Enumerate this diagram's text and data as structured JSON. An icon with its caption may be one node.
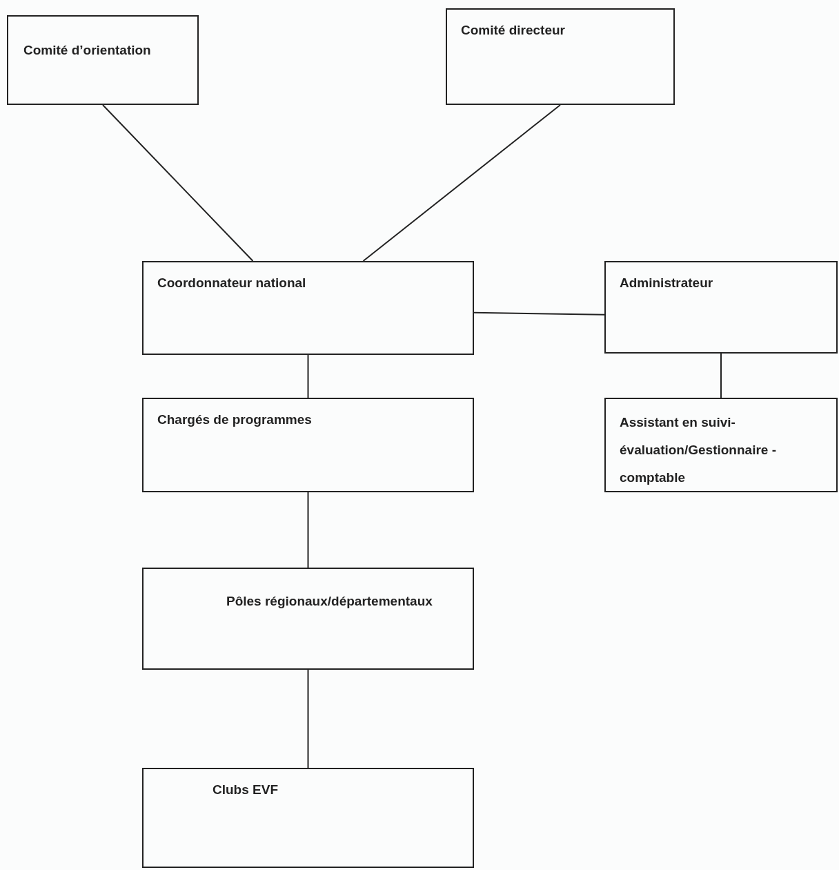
{
  "diagram": {
    "nodes": [
      {
        "text": [
          "Comité d’orientation"
        ]
      },
      {
        "text": [
          "Comité directeur"
        ]
      },
      {
        "text": [
          "Coordonnateur national"
        ]
      },
      {
        "text": [
          "Administrateur"
        ]
      },
      {
        "text": [
          "Chargés de programmes"
        ]
      },
      {
        "text": [
          "Assistant en suivi-évaluation/Gestionnaire -comptable"
        ]
      },
      {
        "text": [
          "Pôles régionaux/départementaux"
        ]
      },
      {
        "text": [
          "Clubs EVF"
        ]
      }
    ],
    "edges": [
      {
        "from": 0,
        "to": 2,
        "arrow": "none"
      },
      {
        "from": 1,
        "to": 2,
        "arrow": "none"
      },
      {
        "from": 2,
        "to": 3,
        "arrow": "none"
      },
      {
        "from": 2,
        "to": 4,
        "arrow": "none"
      },
      {
        "from": 3,
        "to": 5,
        "arrow": "none"
      },
      {
        "from": 4,
        "to": 6,
        "arrow": "none"
      },
      {
        "from": 6,
        "to": 7,
        "arrow": "none"
      }
    ]
  }
}
